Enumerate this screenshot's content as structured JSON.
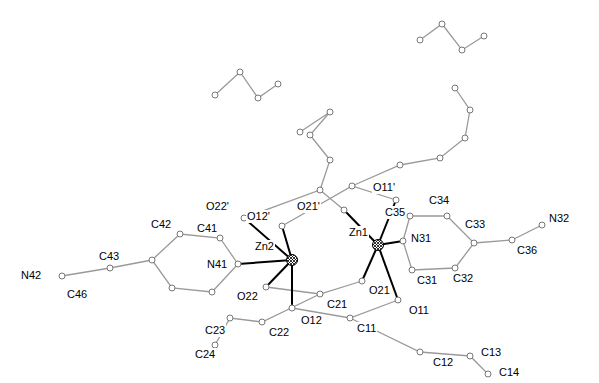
{
  "diagram": {
    "labels": [
      "O22'",
      "O12'",
      "O21'",
      "O11'",
      "C35",
      "C34",
      "C33",
      "N32",
      "C42",
      "C41",
      "Zn2",
      "Zn1",
      "N31",
      "N41",
      "N42",
      "C43",
      "C46",
      "C36",
      "C31",
      "C32",
      "O22",
      "C21",
      "O21",
      "O11",
      "O12",
      "C11",
      "C23",
      "C22",
      "C24",
      "C12",
      "C13",
      "C14"
    ]
  }
}
